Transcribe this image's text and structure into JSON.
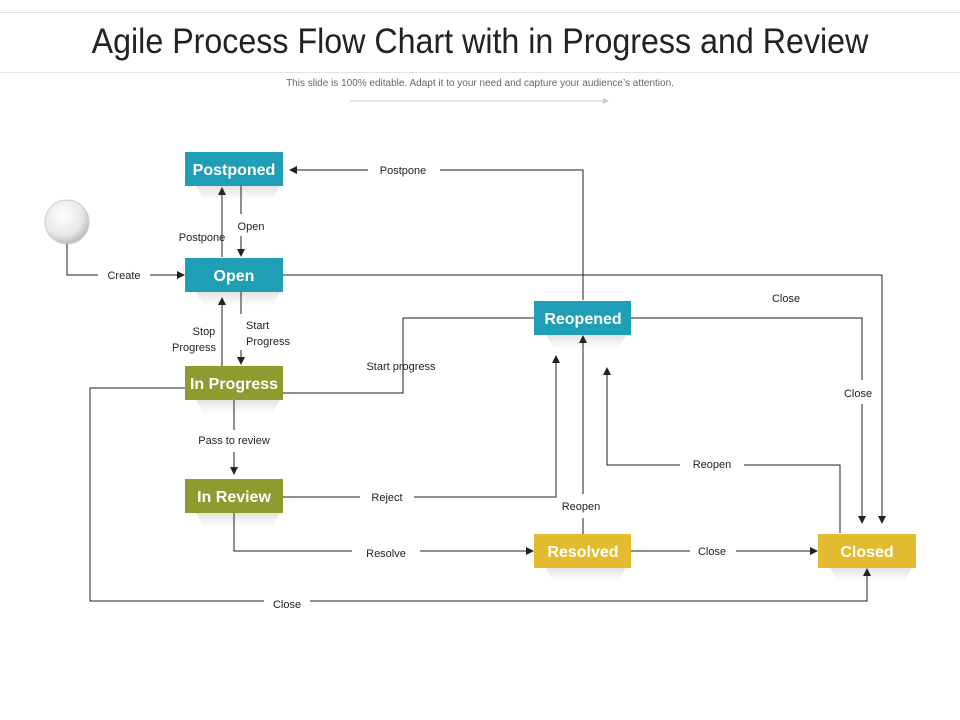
{
  "header": {
    "title": "Agile Process Flow Chart with in Progress and Review",
    "subtitle": "This slide is 100% editable. Adapt it to your need and capture your audience’s attention."
  },
  "colors": {
    "teal": "#1f9fb5",
    "olive": "#8f9a2f",
    "gold": "#e2bb2e",
    "line": "#222222"
  },
  "nodes": {
    "postponed": "Postponed",
    "open": "Open",
    "in_progress": "In Progress",
    "in_review": "In Review",
    "reopened": "Reopened",
    "resolved": "Resolved",
    "closed": "Closed"
  },
  "edges": {
    "create": "Create",
    "postpone_top": "Postpone",
    "postpone_left": "Postpone",
    "open_down": "Open",
    "stop_progress_1": "Stop",
    "stop_progress_2": "Progress",
    "start_progress_1": "Start",
    "start_progress_2": "Progress",
    "start_progress_reopened": "Start progress",
    "pass_to_review": "Pass to review",
    "reject": "Reject",
    "resolve": "Resolve",
    "reopen_resolved": "Reopen",
    "reopen_closed": "Reopen",
    "close_resolved": "Close",
    "close_open": "Close",
    "close_reopened": "Close",
    "close_bottom": "Close"
  }
}
